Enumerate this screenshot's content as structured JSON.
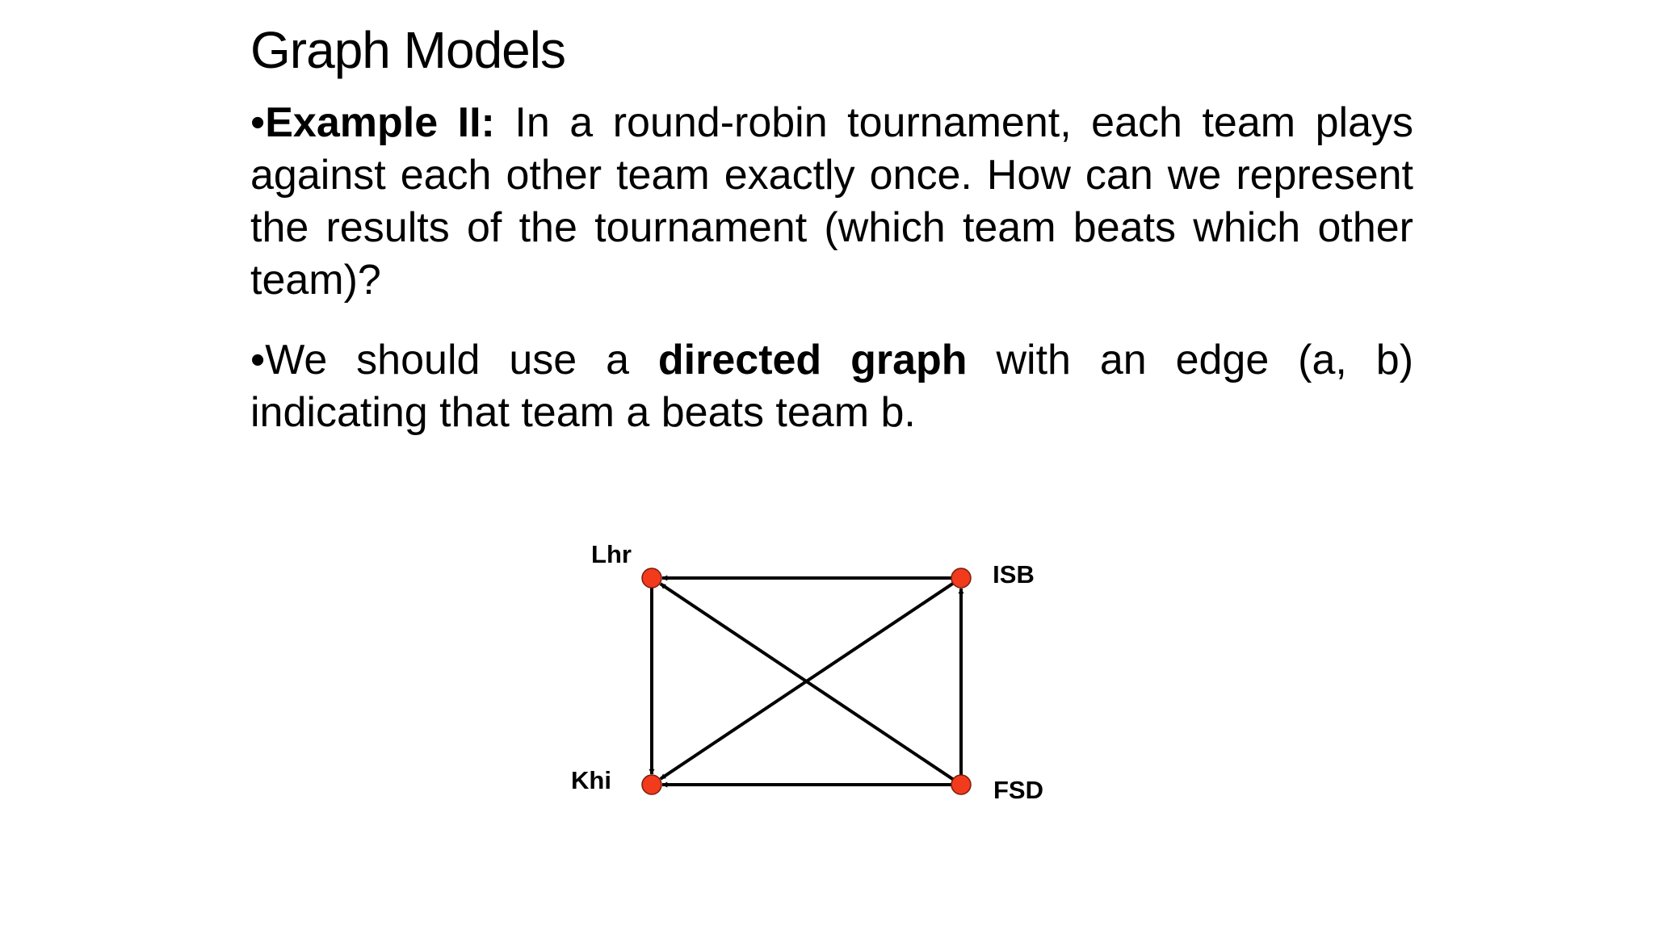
{
  "slide": {
    "title": "Graph Models",
    "bullets": [
      {
        "marker": "•",
        "bold_lead": "Example II:",
        "text": " In a round-robin tournament, each team plays against each other team exactly once. How can we represent the results of the tournament (which team beats which other team)?"
      },
      {
        "marker": "•",
        "text_before": "We should use a ",
        "bold": "directed graph",
        "text_after": " with an edge (a, b) indicating that team a beats team b."
      }
    ]
  },
  "graph": {
    "node_color": "#f23a1c",
    "edge_color": "#000000",
    "nodes": [
      {
        "id": "Lhr",
        "label": "Lhr"
      },
      {
        "id": "ISB",
        "label": "ISB"
      },
      {
        "id": "Khi",
        "label": "Khi"
      },
      {
        "id": "FSD",
        "label": "FSD"
      }
    ],
    "edges": [
      {
        "from": "ISB",
        "to": "Lhr"
      },
      {
        "from": "Lhr",
        "to": "Khi"
      },
      {
        "from": "FSD",
        "to": "Lhr"
      },
      {
        "from": "ISB",
        "to": "Khi"
      },
      {
        "from": "FSD",
        "to": "ISB"
      },
      {
        "from": "FSD",
        "to": "Khi"
      }
    ]
  }
}
